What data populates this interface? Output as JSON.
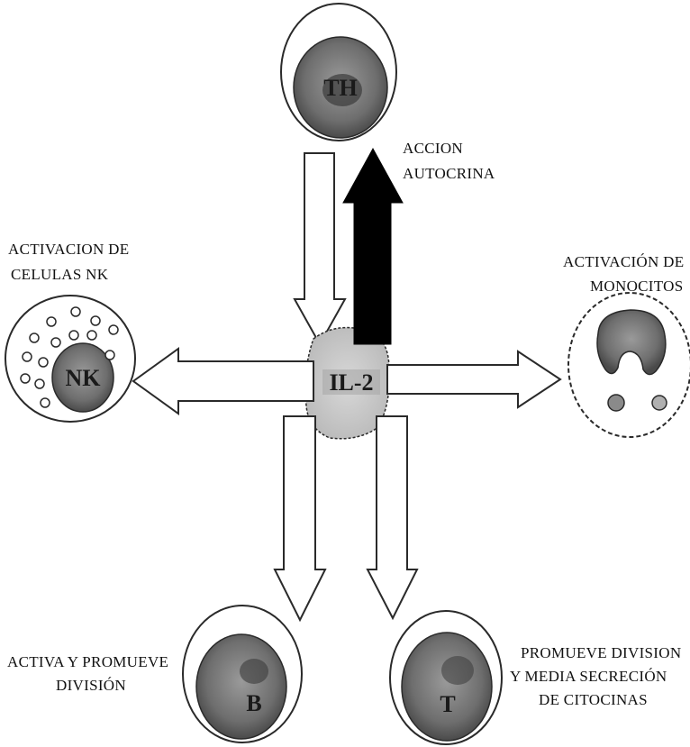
{
  "cells": {
    "th": "TH",
    "center": "IL-2",
    "nk": "NK",
    "b": "B",
    "t": "T"
  },
  "labels": {
    "autocrina": [
      "ACCION",
      "AUTOCRINA"
    ],
    "nk": [
      "ACTIVACION DE",
      "CELULAS NK"
    ],
    "monocitos": [
      "ACTIVACIÓN DE",
      "MONOCITOS"
    ],
    "b": [
      "ACTIVA Y PROMUEVE",
      "DIVISIÓN"
    ],
    "t": [
      "PROMUEVE DIVISION",
      "Y MEDIA SECRECIÓN",
      "DE CITOCINAS"
    ]
  },
  "colors": {
    "outline": "#2a2a2a",
    "nucleus": "#7a7a7a",
    "nucleus_dark": "#3a3a3a",
    "center_fill": "#cfcfcf",
    "arrow_fill": "#ffffff",
    "black_arrow": "#000000"
  }
}
